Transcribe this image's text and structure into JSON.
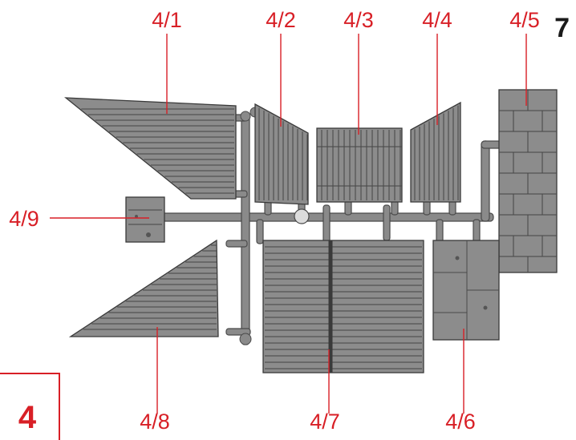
{
  "sheet_number": "7",
  "step_number": "4",
  "part_labels": [
    {
      "id": "4/1",
      "text": "4/1"
    },
    {
      "id": "4/2",
      "text": "4/2"
    },
    {
      "id": "4/3",
      "text": "4/3"
    },
    {
      "id": "4/4",
      "text": "4/4"
    },
    {
      "id": "4/5",
      "text": "4/5"
    },
    {
      "id": "4/6",
      "text": "4/6"
    },
    {
      "id": "4/7",
      "text": "4/7"
    },
    {
      "id": "4/8",
      "text": "4/8"
    },
    {
      "id": "4/9",
      "text": "4/9"
    }
  ],
  "colors": {
    "label_red": "#d81f26",
    "plastic_gray": "#8c8c8c",
    "outline_dark": "#3a3a3a"
  }
}
